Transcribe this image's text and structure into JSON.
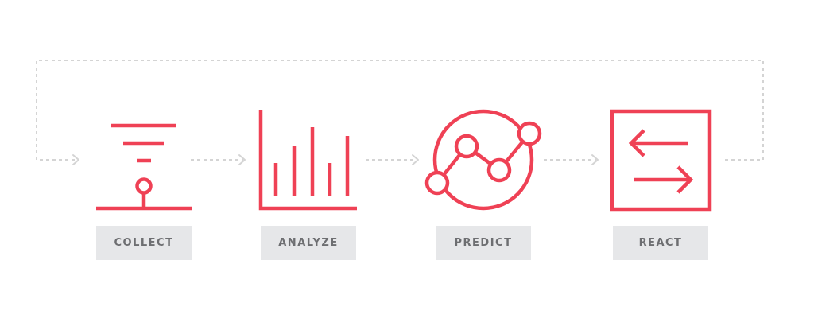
{
  "steps": [
    {
      "id": "collect",
      "label": "COLLECT",
      "icon": "funnel-icon"
    },
    {
      "id": "analyze",
      "label": "ANALYZE",
      "icon": "bar-chart-icon"
    },
    {
      "id": "predict",
      "label": "PREDICT",
      "icon": "line-graph-circle-icon"
    },
    {
      "id": "react",
      "label": "REACT",
      "icon": "swap-arrows-icon"
    }
  ],
  "colors": {
    "accent": "#ef4155",
    "label_bg": "#e6e7e9",
    "label_text": "#6d6e71",
    "connector": "#d4d4d4"
  }
}
